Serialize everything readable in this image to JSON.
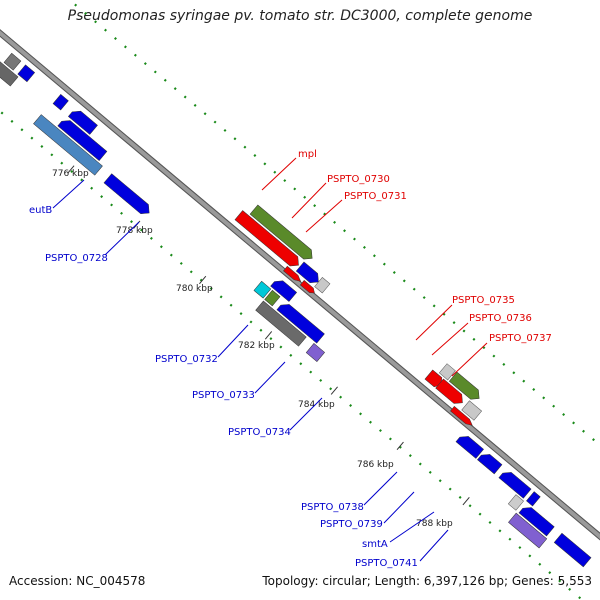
{
  "title": "Pseudomonas syringae pv. tomato str. DC3000, complete genome",
  "footer": {
    "accession": "Accession: NC_004578",
    "topology": "Topology: circular; Length: 6,397,126 bp; Genes: 5,553"
  },
  "ticks": [
    "776 kbp",
    "778 kbp",
    "780 kbp",
    "782 kbp",
    "784 kbp",
    "786 kbp",
    "788 kbp"
  ],
  "gene_labels": [
    {
      "id": "mpl",
      "text": "mpl",
      "color": "#e00000"
    },
    {
      "id": "pspto_0730",
      "text": "PSPTO_0730",
      "color": "#e00000"
    },
    {
      "id": "pspto_0731",
      "text": "PSPTO_0731",
      "color": "#e00000"
    },
    {
      "id": "pspto_0735",
      "text": "PSPTO_0735",
      "color": "#e00000"
    },
    {
      "id": "pspto_0736",
      "text": "PSPTO_0736",
      "color": "#e00000"
    },
    {
      "id": "pspto_0737",
      "text": "PSPTO_0737",
      "color": "#e00000"
    },
    {
      "id": "eutb",
      "text": "eutB",
      "color": "#0000cc"
    },
    {
      "id": "pspto_0728",
      "text": "PSPTO_0728",
      "color": "#0000cc"
    },
    {
      "id": "pspto_0732",
      "text": "PSPTO_0732",
      "color": "#0000cc"
    },
    {
      "id": "pspto_0733",
      "text": "PSPTO_0733",
      "color": "#0000cc"
    },
    {
      "id": "pspto_0734",
      "text": "PSPTO_0734",
      "color": "#0000cc"
    },
    {
      "id": "pspto_0738",
      "text": "PSPTO_0738",
      "color": "#0000cc"
    },
    {
      "id": "pspto_0739",
      "text": "PSPTO_0739",
      "color": "#0000cc"
    },
    {
      "id": "smta",
      "text": "smtA",
      "color": "#0000cc"
    },
    {
      "id": "pspto_0741",
      "text": "PSPTO_0741",
      "color": "#0000cc"
    }
  ],
  "colors": {
    "forward_cds": "#e00000",
    "reverse_cds": "#0000dd",
    "backbone": "#888888",
    "gc_skew": "#1a8a1a"
  }
}
